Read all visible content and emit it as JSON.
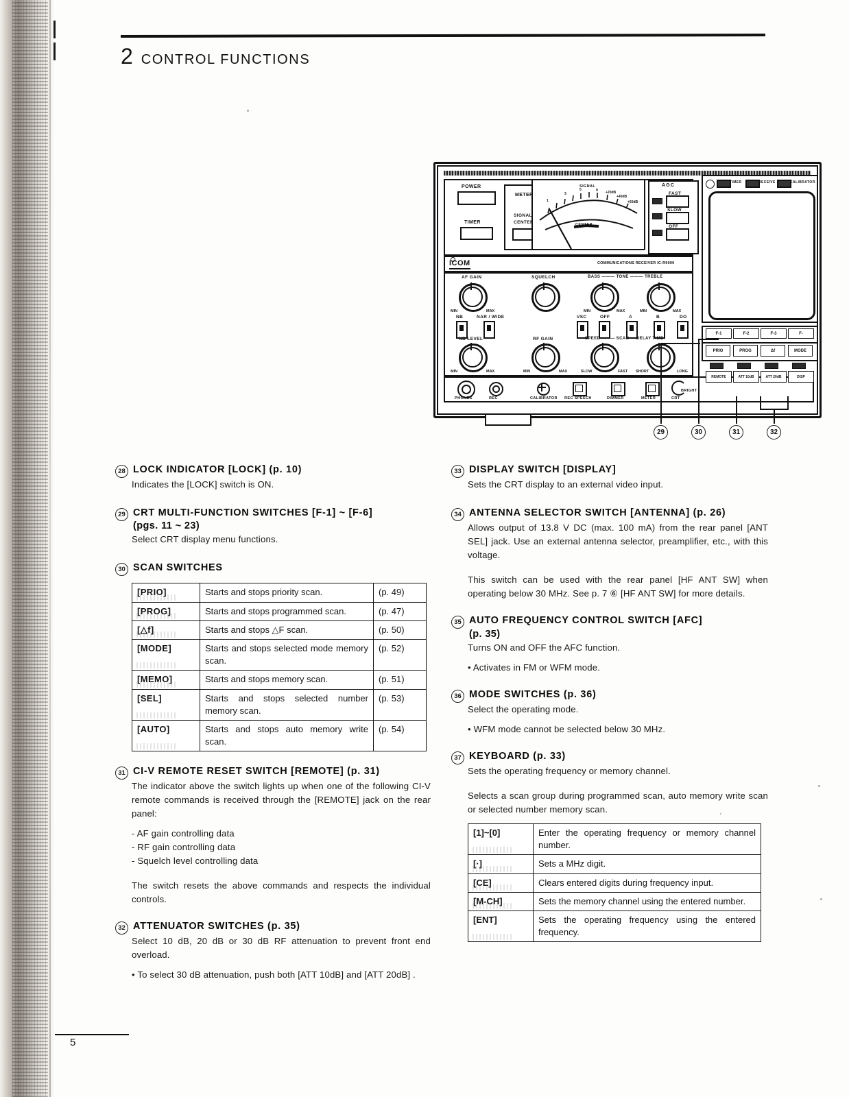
{
  "header": {
    "chapter_number": "2",
    "chapter_title": "CONTROL FUNCTIONS"
  },
  "figure": {
    "brand": "ICOM",
    "model_line": "COMMUNICATIONS RECEIVER   IC-R9000",
    "power_label": "POWER",
    "timer_label": "TIMER",
    "meter_label": "METER",
    "meter_signal": "SIGNAL",
    "meter_center": "CENTER",
    "meter_face_signal": "SIGNAL",
    "meter_face_center": "CENTER",
    "meter_scale": [
      "1",
      "3",
      "5",
      "9",
      "+20dB",
      "+40dB",
      "+60dB"
    ],
    "agc_label": "AGC",
    "agc_options": [
      "FAST",
      "SLOW",
      "OFF"
    ],
    "crt_indicators": [
      "TIMER",
      "RECEIVE",
      "CALIBRATOR"
    ],
    "knobs_row1": [
      {
        "label": "AF GAIN",
        "min": "MIN",
        "max": "MAX"
      },
      {
        "label": "SQUELCH",
        "min": "",
        "max": ""
      },
      {
        "label": "BASS",
        "min": "MIN",
        "max": "MAX"
      },
      {
        "label": "TREBLE",
        "min": "MIN",
        "max": "MAX"
      }
    ],
    "tone_group": "BASS ——— TONE ——— TREBLE",
    "knobs_row2": [
      {
        "label": "NB LEVEL",
        "min": "MIN",
        "max": "MAX"
      },
      {
        "label": "RF GAIN",
        "min": "MIN",
        "max": "MAX"
      },
      {
        "label": "SPEED",
        "min": "SLOW",
        "max": "FAST"
      },
      {
        "label": "TIME",
        "min": "SHORT",
        "max": "LONG"
      }
    ],
    "scan_group": "SPEED ——— SCAN — DELAY TIME",
    "switch_labels_left": [
      "NB",
      "NAR / WIDE"
    ],
    "vsc_label": "VSC",
    "vsc_options": [
      "OFF",
      "A",
      "B",
      "DO"
    ],
    "bottom_controls": [
      "PHONES",
      "REC",
      "CALIBRATOR",
      "REC SPEECH",
      "DIMMER",
      "METER",
      "BRIGHT",
      "CRT"
    ],
    "fkeys": [
      "F-1",
      "F-2",
      "F-3",
      "F-"
    ],
    "scan_buttons": [
      "PRIO",
      "PROG",
      "Δf",
      "MODE"
    ],
    "lower_buttons": [
      "REMOTE",
      "ATT 10dB",
      "ATT 20dB",
      "DISP"
    ],
    "callouts": [
      "29",
      "30",
      "31",
      "32"
    ]
  },
  "left_column": [
    {
      "num": "28",
      "title": "LOCK INDICATOR [LOCK] (p. 10)",
      "paragraphs": [
        "Indicates the [LOCK] switch is ON."
      ]
    },
    {
      "num": "29",
      "title": "CRT MULTI-FUNCTION SWITCHES [F-1] ~ [F-6]",
      "title_sub": "(pgs. 11 ~ 23)",
      "paragraphs": [
        "Select CRT display menu functions."
      ]
    },
    {
      "num": "30",
      "title": "SCAN SWITCHES"
    },
    {
      "num": "31",
      "title": "CI-V REMOTE RESET SWITCH [REMOTE] (p. 31)",
      "paragraphs": [
        "The indicator above the switch lights up when one of the following CI-V remote commands is received through the [REMOTE] jack on the rear panel:"
      ],
      "dash_items": [
        "- AF gain controlling data",
        "- RF gain controlling data",
        "- Squelch level controlling data"
      ],
      "paragraphs_after": [
        "The switch resets the above commands and respects the individual controls."
      ]
    },
    {
      "num": "32",
      "title": "ATTENUATOR SWITCHES (p. 35)",
      "paragraphs": [
        "Select 10 dB, 20 dB or 30 dB RF attenuation to prevent front end overload."
      ],
      "bullets": [
        "• To select 30 dB attenuation, push both [ATT 10dB] and [ATT 20dB] ."
      ]
    }
  ],
  "scan_table": {
    "rows": [
      {
        "key": "[PRIO]",
        "desc": "Starts and stops priority scan.",
        "page": "(p. 49)"
      },
      {
        "key": "[PROG]",
        "desc": "Starts and stops programmed scan.",
        "page": "(p. 47)"
      },
      {
        "key": "[△f]",
        "desc": "Starts and stops △F scan.",
        "page": "(p. 50)"
      },
      {
        "key": "[MODE]",
        "desc": "Starts and stops selected mode memory scan.",
        "page": "(p. 52)"
      },
      {
        "key": "[MEMO]",
        "desc": "Starts and stops memory scan.",
        "page": "(p. 51)"
      },
      {
        "key": "[SEL]",
        "desc": "Starts and stops selected number memory scan.",
        "page": "(p. 53)"
      },
      {
        "key": "[AUTO]",
        "desc": "Starts and stops auto memory write scan.",
        "page": "(p. 54)"
      }
    ]
  },
  "right_column": [
    {
      "num": "33",
      "title": "DISPLAY SWITCH [DISPLAY]",
      "paragraphs": [
        "Sets the CRT display to an external video input."
      ]
    },
    {
      "num": "34",
      "title": "ANTENNA SELECTOR SWITCH [ANTENNA] (p. 26)",
      "paragraphs": [
        "Allows output of 13.8 V DC (max. 100 mA) from the rear panel [ANT SEL] jack.   Use an external antenna selector, preamplifier, etc., with this voltage.",
        "This switch can be used with the rear panel [HF ANT SW] when operating below 30 MHz.   See p. 7 ⑥ [HF ANT SW] for more details."
      ]
    },
    {
      "num": "35",
      "title": "AUTO FREQUENCY CONTROL SWITCH [AFC]",
      "title_sub": "(p. 35)",
      "paragraphs": [
        "Turns ON and OFF the AFC function."
      ],
      "bullets": [
        "• Activates in FM or WFM mode."
      ]
    },
    {
      "num": "36",
      "title": "MODE SWITCHES (p. 36)",
      "paragraphs": [
        "Select the operating mode."
      ],
      "bullets": [
        "• WFM mode cannot be selected below 30 MHz."
      ]
    },
    {
      "num": "37",
      "title": "KEYBOARD (p. 33)",
      "paragraphs": [
        "Sets the operating frequency or memory channel.",
        "Selects a scan group during programmed scan, auto memory write scan or selected number memory scan."
      ]
    }
  ],
  "keyboard_table": {
    "rows": [
      {
        "key": "[1]~[0]",
        "desc": "Enter the operating frequency or memory channel number."
      },
      {
        "key": "[·]",
        "desc": "Sets a MHz digit."
      },
      {
        "key": "[CE]",
        "desc": "Clears entered digits during frequency input."
      },
      {
        "key": "[M-CH]",
        "desc": "Sets the memory channel using the entered number."
      },
      {
        "key": "[ENT]",
        "desc": "Sets the operating frequency using the entered frequency."
      }
    ]
  },
  "footer": {
    "page_number": "5"
  }
}
